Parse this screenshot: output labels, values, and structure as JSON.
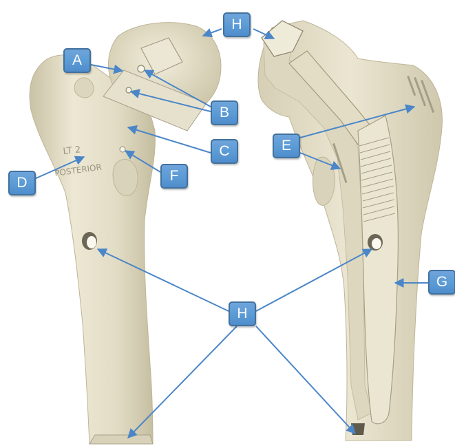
{
  "labels": {
    "a": "A",
    "b": "B",
    "c": "C",
    "d": "D",
    "e": "E",
    "f": "F",
    "g": "G",
    "h_top": "H",
    "h_bottom": "H"
  },
  "engravings": {
    "left_code": "LT 2",
    "left_side": "POSTERIOR"
  },
  "colors": {
    "bone": "#e9e4cf",
    "bone_shade": "#cfc8ad",
    "implant": "#e8e2cd",
    "callout_fill": "#5b9bd5",
    "callout_border": "#41719c",
    "arrow": "#4a86c8"
  }
}
